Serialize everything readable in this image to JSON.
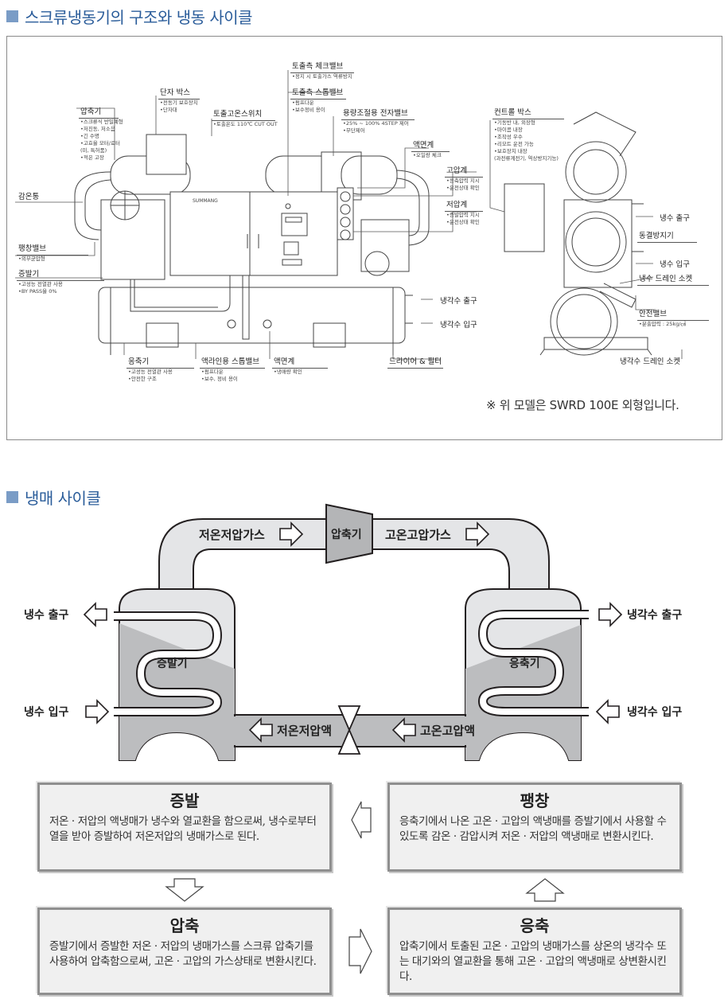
{
  "section1": {
    "title": "스크류냉동기의 구조와 냉동 사이클",
    "note": "※ 위 모델은 SWRD 100E 외형입니다.",
    "brand_plate": "SUMMANG",
    "labels": {
      "compressor": {
        "title": "압축기",
        "bullets": [
          "•스크류식 반밀폐형",
          "•저진동, 저소음",
          "•긴 수명",
          "•고효율 모터/로터",
          "(미, 특허품)",
          "•적은 고장"
        ]
      },
      "terminal_box": {
        "title": "단자 박스",
        "bullets": [
          "•전동기 보호장치",
          "•단자대"
        ]
      },
      "discharge_temp_switch": {
        "title": "토출고온스위치",
        "bullets": [
          "•토출온도 110℃ CUT OUT"
        ]
      },
      "discharge_check_valve": {
        "title": "토출측 체크밸브",
        "bullets": [
          "•정지 시 토출가스 역류방지"
        ]
      },
      "discharge_stop_valve": {
        "title": "토출측 스톱밸브",
        "bullets": [
          "•펌프다운",
          "•보수정비 용이"
        ]
      },
      "capacity_solenoid": {
        "title": "용량조절용 전자밸브",
        "bullets": [
          "•25% ~ 100% 4STEP 제어",
          "•무단제어"
        ]
      },
      "sight_glass_oil": {
        "title": "액면계",
        "bullets": [
          "•오일량 체크"
        ]
      },
      "high_pressure_gauge": {
        "title": "고압계",
        "bullets": [
          "•응축압력 지시",
          "•운전상태 확인"
        ]
      },
      "low_pressure_gauge": {
        "title": "저압계",
        "bullets": [
          "•증발압력 지시",
          "•운전상태 확인"
        ]
      },
      "thermo_bulb": {
        "title": "감온통",
        "bullets": []
      },
      "expansion_valve": {
        "title": "팽창밸브",
        "bullets": [
          "•외부균압형"
        ]
      },
      "evaporator": {
        "title": "증발기",
        "bullets": [
          "•고성능 전열관 사용",
          "•BY PASS율 0%"
        ]
      },
      "condenser": {
        "title": "응축기",
        "bullets": [
          "•고성능 전열관 사용",
          "•안전한 구조"
        ]
      },
      "liquid_line_stop_valve": {
        "title": "액라인용 스톱밸브",
        "bullets": [
          "•펌프다운",
          "•보수, 정비 용이"
        ]
      },
      "sight_glass_liquid": {
        "title": "액면계",
        "bullets": [
          "•냉매량 확인"
        ]
      },
      "dryer_filter": {
        "title": "드라이어 & 필터",
        "bullets": []
      },
      "cooling_water_outlet": {
        "title": "냉각수 출구"
      },
      "cooling_water_inlet": {
        "title": "냉각수 입구"
      },
      "control_box": {
        "title": "컨트롤 박스",
        "bullets": [
          "•기동반 내, 외장형",
          "•마이콤 내장",
          "•조작성 우수",
          "•리모트 운전 가능",
          "•보호장치 내장",
          "(과전류계전기, 역상방지기능)"
        ]
      },
      "chilled_water_outlet": {
        "title": "냉수 출구"
      },
      "freeze_protection": {
        "title": "동결방지기"
      },
      "chilled_water_inlet": {
        "title": "냉수 입구"
      },
      "chilled_water_drain": {
        "title": "냉수 드레인 소켓"
      },
      "safety_valve": {
        "title": "안전밸브",
        "bullets": [
          "•분출압력 : 25kg/㎠"
        ]
      },
      "cooling_water_drain": {
        "title": "냉각수 드레인 소켓"
      }
    }
  },
  "section2": {
    "title": "냉매 사이클",
    "diagram": {
      "compressor": "압축기",
      "low_temp_low_pressure_gas": "저온저압가스",
      "high_temp_high_pressure_gas": "고온고압가스",
      "evaporator": "증발기",
      "condenser": "응축기",
      "low_temp_low_pressure_liquid": "저온저압액",
      "high_temp_high_pressure_liquid": "고온고압액",
      "chilled_water_outlet": "냉수 출구",
      "chilled_water_inlet": "냉수 입구",
      "cooling_water_outlet": "냉각수 출구",
      "cooling_water_inlet": "냉각수 입구"
    },
    "colors": {
      "pipe_light": "#e4e5e7",
      "fluid_dark": "#bcbdbf",
      "compressor": "#b4b5b7",
      "outline": "#231f20"
    },
    "steps": [
      {
        "title": "증발",
        "body": "저온 · 저압의 액냉매가 냉수와 열교환을 함으로써, 냉수로부터 열을 받아  증발하여 저온저압의 냉매가스로 된다."
      },
      {
        "title": "팽창",
        "body": "응축기에서 나온 고온 · 고압의 액냉매를 증발기에서 사용할 수 있도록 감온 · 감압시켜 저온 · 저압의 액냉매로 변환시킨다."
      },
      {
        "title": "압축",
        "body": "증발기에서 증발한 저온 · 저압의 냉매가스를 스크류 압축기를 사용하여 압축함으로써, 고온 · 고압의 가스상태로 변환시킨다."
      },
      {
        "title": "응축",
        "body": "압축기에서 토출된 고온 · 고압의 냉매가스를 상온의 냉각수 또는 대기와의 열교환을 통해 고온 · 고압의 액냉매로 상변환시킨다."
      }
    ]
  }
}
